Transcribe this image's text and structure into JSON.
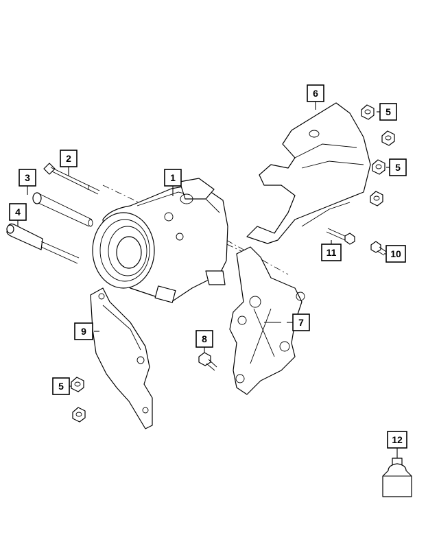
{
  "diagram": {
    "callouts": [
      {
        "id": "1",
        "label": "1"
      },
      {
        "id": "2",
        "label": "2"
      },
      {
        "id": "3",
        "label": "3"
      },
      {
        "id": "4",
        "label": "4"
      },
      {
        "id": "5a",
        "label": "5"
      },
      {
        "id": "5b",
        "label": "5"
      },
      {
        "id": "5c",
        "label": "5"
      },
      {
        "id": "6",
        "label": "6"
      },
      {
        "id": "7",
        "label": "7"
      },
      {
        "id": "8",
        "label": "8"
      },
      {
        "id": "9",
        "label": "9"
      },
      {
        "id": "10",
        "label": "10"
      },
      {
        "id": "11",
        "label": "11"
      },
      {
        "id": "12",
        "label": "12"
      }
    ]
  }
}
